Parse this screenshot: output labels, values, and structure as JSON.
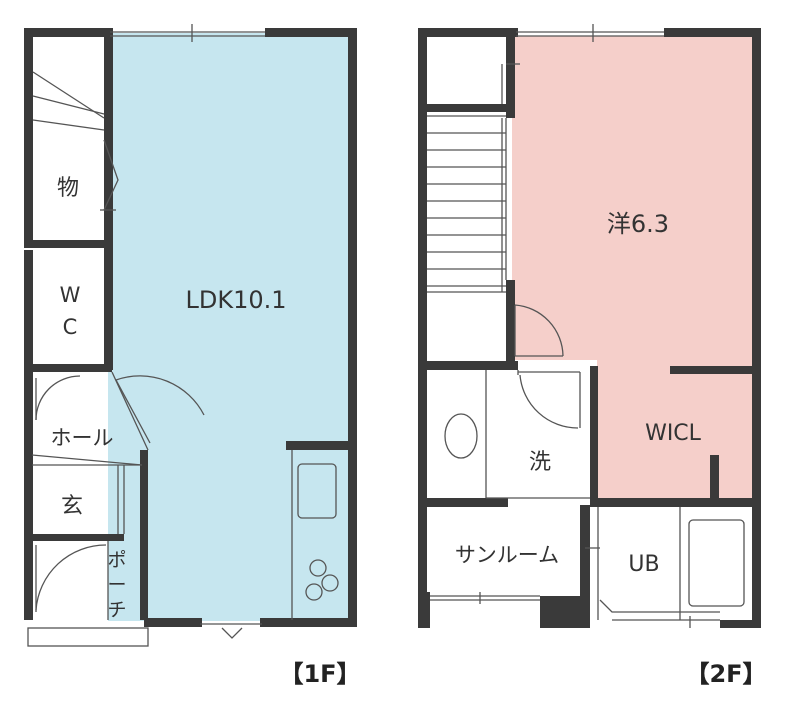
{
  "colors": {
    "wall": "#3a3a3a",
    "ldk_fill": "#c6e6ef",
    "western_room_fill": "#f5cfca",
    "line": "#555555",
    "background": "#ffffff"
  },
  "floor1": {
    "label": "【1F】",
    "rooms": {
      "storage": "物",
      "wc_line1": "W",
      "wc_line2": "C",
      "ldk": "LDK10.1",
      "hall": "ホール",
      "entrance": "玄",
      "porch_1": "ポ",
      "porch_2": "ー",
      "porch_3": "チ"
    }
  },
  "floor2": {
    "label": "【2F】",
    "rooms": {
      "western": "洋6.3",
      "wicl": "WICL",
      "washroom": "洗",
      "sunroom": "サンルーム",
      "unit_bath": "UB"
    }
  }
}
